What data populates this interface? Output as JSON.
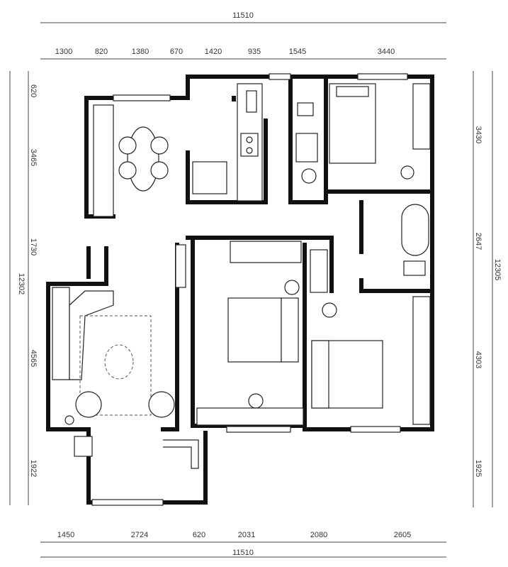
{
  "dimensions": {
    "top_total": "11510",
    "top": [
      "1300",
      "820",
      "1380",
      "670",
      "1420",
      "935",
      "1545",
      "3440"
    ],
    "bottom": [
      "1450",
      "2724",
      "620",
      "2031",
      "2080",
      "2605"
    ],
    "bottom_total": "11510",
    "left": [
      "620",
      "3465",
      "1730",
      "4565",
      "1922"
    ],
    "left_total": "12302",
    "right": [
      "3430",
      "2647",
      "4303",
      "1925"
    ],
    "right_total": "12305"
  }
}
